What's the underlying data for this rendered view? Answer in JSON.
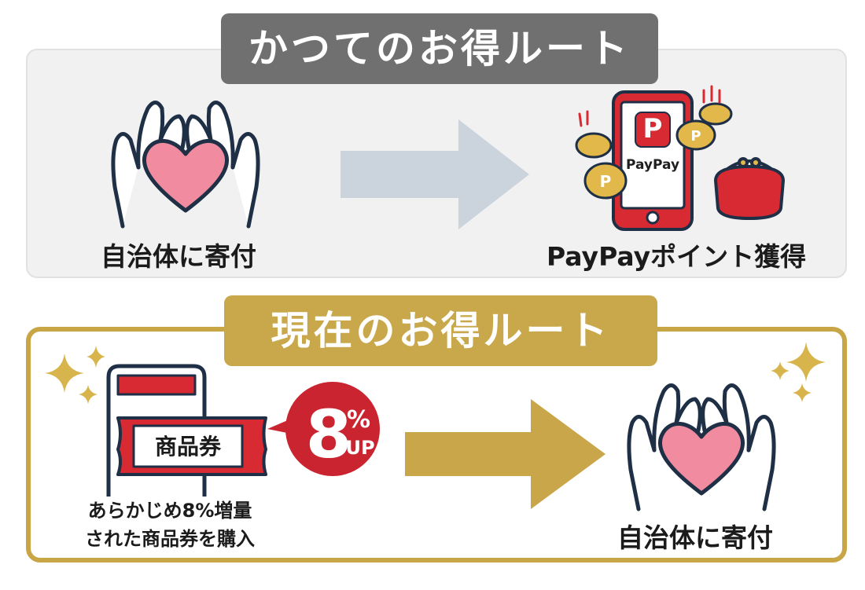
{
  "top_section": {
    "title": "かつてのお得ルート",
    "left_caption": "自治体に寄付",
    "right_caption": "PayPayポイント獲得",
    "phone_logo_text": "PayPay",
    "coin_mark": "P"
  },
  "bottom_section": {
    "title": "現在のお得ルート",
    "ticket_label": "商品券",
    "badge_number": "8",
    "badge_percent": "%",
    "badge_up": "UP",
    "left_caption_line1": "あらかじめ8%増量",
    "left_caption_line2": "された商品券を購入",
    "right_caption": "自治体に寄付"
  },
  "colors": {
    "old_panel_bg": "#f1f1f2",
    "old_tab_bg": "#707070",
    "new_border": "#c8a646",
    "new_tab_bg": "#c9a84b",
    "old_arrow": "#cbd3dc",
    "new_arrow": "#c9a64a",
    "heart": "#f18ba0",
    "red": "#d72a32",
    "gold_coin": "#e2b84a"
  },
  "icons": [
    "heart-hands-icon",
    "arrow-right-icon",
    "phone-paypay-icon",
    "coin-icon",
    "coin-purse-icon",
    "sparkle-icon",
    "phone-voucher-icon"
  ]
}
